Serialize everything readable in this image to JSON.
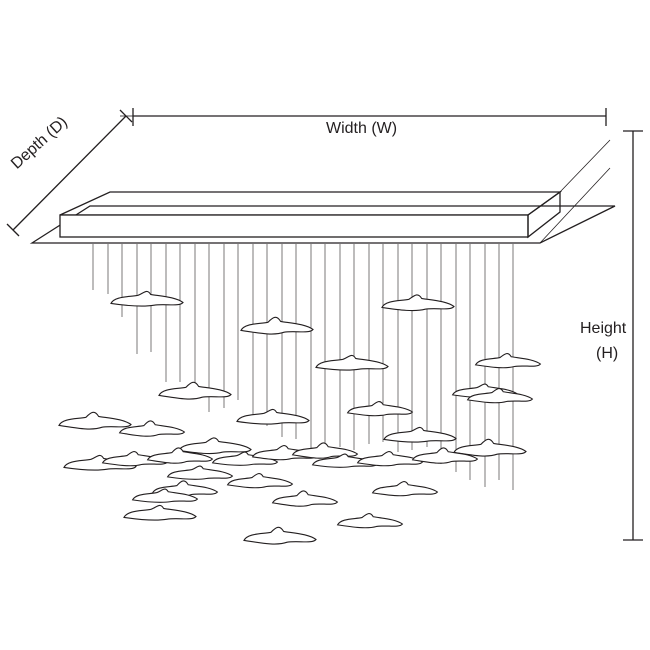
{
  "labels": {
    "width": "Width (W)",
    "depth": "Depth (D)",
    "height": "Height",
    "height_abbr": "(H)"
  },
  "colors": {
    "line": "#231f20",
    "background": "#ffffff"
  }
}
